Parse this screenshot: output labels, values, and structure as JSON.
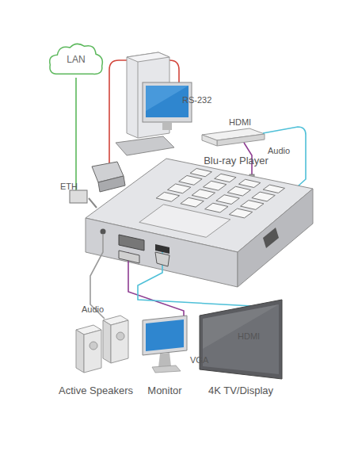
{
  "diagram": {
    "nodes": [
      {
        "text": [
          "LAN"
        ]
      },
      {
        "text": [
          "Blu-ray Player"
        ]
      },
      {
        "text": [
          "Active Speakers"
        ]
      },
      {
        "text": [
          "Monitor"
        ]
      },
      {
        "text": [
          "4K TV/Display"
        ]
      }
    ],
    "labels": [
      "RS-232",
      "HDMI",
      "Audio",
      "ETH",
      "Audio",
      "VGA",
      "HDMI"
    ]
  }
}
